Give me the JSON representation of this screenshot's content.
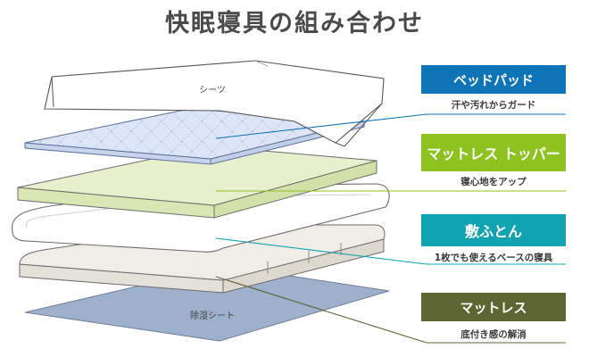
{
  "title": "快眠寝具の組み合わせ",
  "layers": {
    "sheet_label": "シーツ",
    "mat_label": "除湿シート"
  },
  "items": [
    {
      "name": "ベッドパッド",
      "desc": "汗や汚れからガード",
      "color": "#0f73b8"
    },
    {
      "name": "マットレス トッパー",
      "desc": "寝心地をアップ",
      "color": "#8dc21f"
    },
    {
      "name": "敷ふとん",
      "desc": "1枚でも使えるベースの寝具",
      "color": "#12a3b3"
    },
    {
      "name": "マットレス",
      "desc": "底付き感の解消",
      "color": "#5d6532"
    }
  ]
}
